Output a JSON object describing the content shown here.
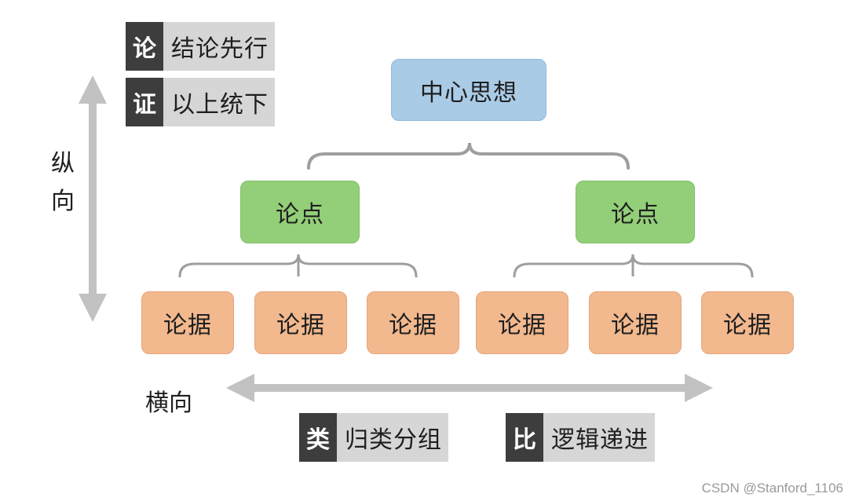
{
  "tags": {
    "lun": {
      "key": "论",
      "text": "结论先行"
    },
    "zheng": {
      "key": "证",
      "text": "以上统下"
    },
    "lei": {
      "key": "类",
      "text": "归类分组"
    },
    "bi": {
      "key": "比",
      "text": "逻辑递进"
    }
  },
  "axes": {
    "vertical": "纵向",
    "horizontal": "横向"
  },
  "tree": {
    "root": "中心思想",
    "points": [
      "论点",
      "论点"
    ],
    "evidence": [
      "论据",
      "论据",
      "论据",
      "论据",
      "论据",
      "论据"
    ]
  },
  "colors": {
    "root": "#a9cbe6",
    "point": "#93cf78",
    "evidence": "#f2b88e",
    "tag_key": "#3d3d3d",
    "tag_text": "#d6d6d6",
    "arrow": "#c2c2c2",
    "brace": "#9e9e9e"
  },
  "watermark": "CSDN @Stanford_1106"
}
